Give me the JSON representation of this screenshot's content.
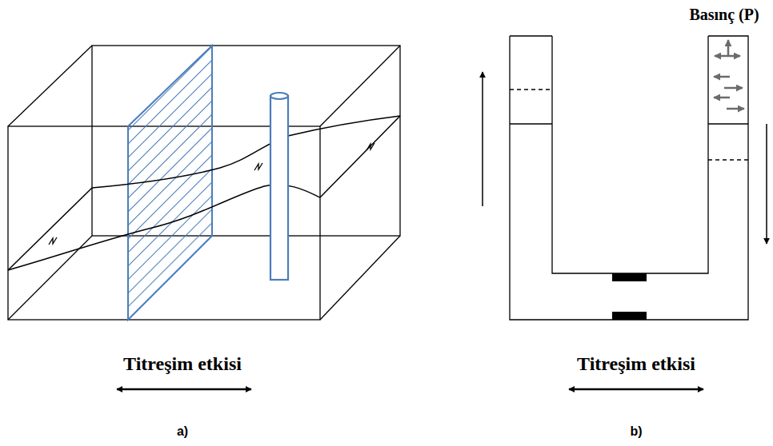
{
  "diagram": {
    "labels": [
      "Basınç (P)",
      "Titreşim etkisi",
      "Titreşim etkisi",
      "a)",
      "b)"
    ]
  }
}
